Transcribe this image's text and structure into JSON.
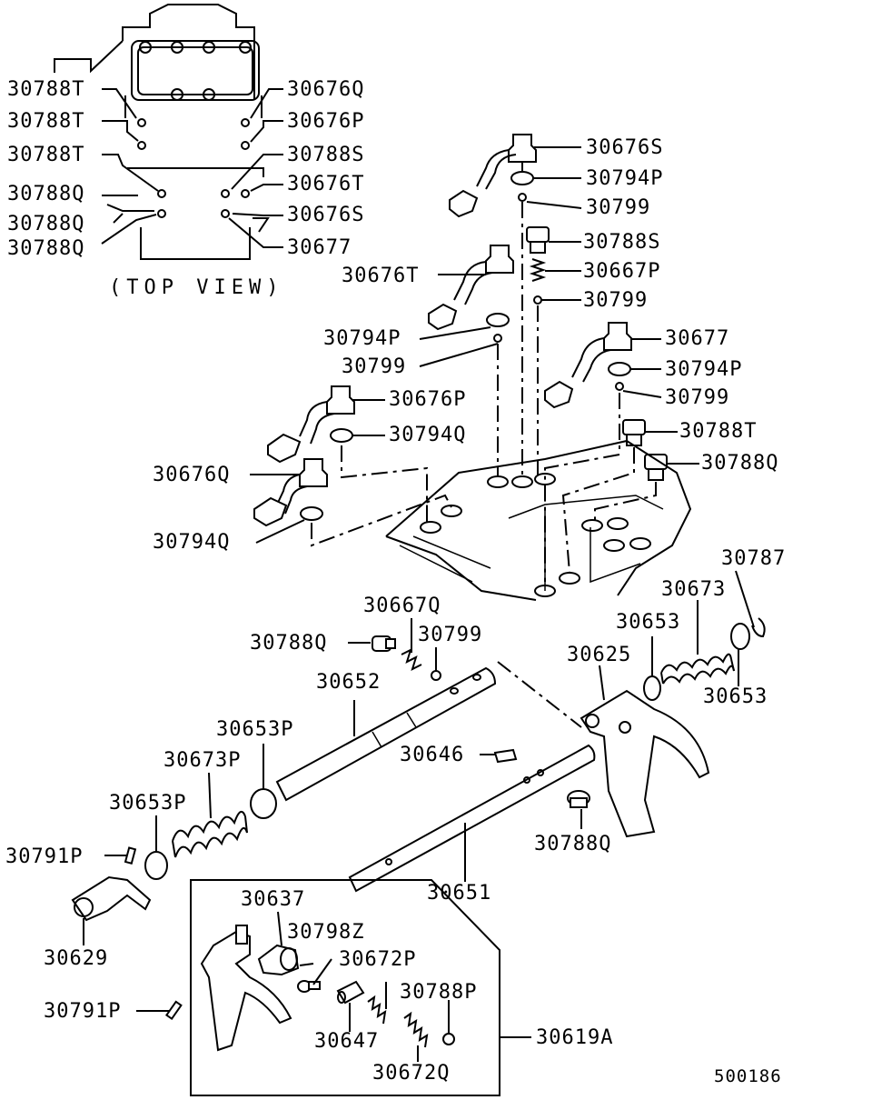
{
  "top_view_caption": "(TOP VIEW)",
  "figure_code": "500186",
  "top_view_labels": {
    "l1": "30788T",
    "l2": "30788T",
    "l3": "30788T",
    "l4": "30788Q",
    "l5": "30788Q",
    "l6": "30788Q",
    "r1": "30676Q",
    "r2": "30676P",
    "r3": "30788S",
    "r4": "30676T",
    "r5": "30676S",
    "r6": "30677"
  },
  "part_labels": {
    "p30676S": "30676S",
    "p30794P_a": "30794P",
    "p30799_a": "30799",
    "p30788S": "30788S",
    "p30667P": "30667P",
    "p30799_b": "30799",
    "p30676T": "30676T",
    "p30794P_b": "30794P",
    "p30799_c": "30799",
    "p30677": "30677",
    "p30794P_c": "30794P",
    "p30799_d": "30799",
    "p30676P": "30676P",
    "p30794Q_a": "30794Q",
    "p30788T": "30788T",
    "p30788Q_a": "30788Q",
    "p30676Q": "30676Q",
    "p30794Q_b": "30794Q",
    "p30787": "30787",
    "p30673": "30673",
    "p30667Q": "30667Q",
    "p30653_a": "30653",
    "p30799_e": "30799",
    "p30788Q_b": "30788Q",
    "p30625": "30625",
    "p30652": "30652",
    "p30653_b": "30653",
    "p30653P_a": "30653P",
    "p30646": "30646",
    "p30673P": "30673P",
    "p30653P_b": "30653P",
    "p30788Q_c": "30788Q",
    "p30791P_a": "30791P",
    "p30651": "30651",
    "p30637": "30637",
    "p30798Z": "30798Z",
    "p30629": "30629",
    "p30672P": "30672P",
    "p30788P": "30788P",
    "p30791P_b": "30791P",
    "p30647": "30647",
    "p30619A": "30619A",
    "p30672Q": "30672Q"
  }
}
